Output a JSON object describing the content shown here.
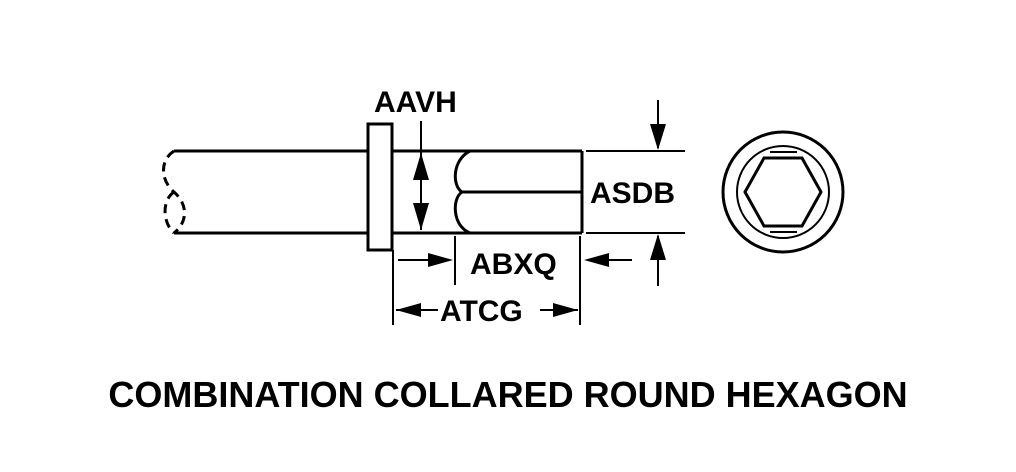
{
  "labels": {
    "aavh": "AAVH",
    "asdb": "ASDB",
    "abxq": "ABXQ",
    "atcg": "ATCG"
  },
  "caption": "COMBINATION COLLARED ROUND HEXAGON",
  "colors": {
    "ink": "#000000",
    "background": "#ffffff"
  }
}
